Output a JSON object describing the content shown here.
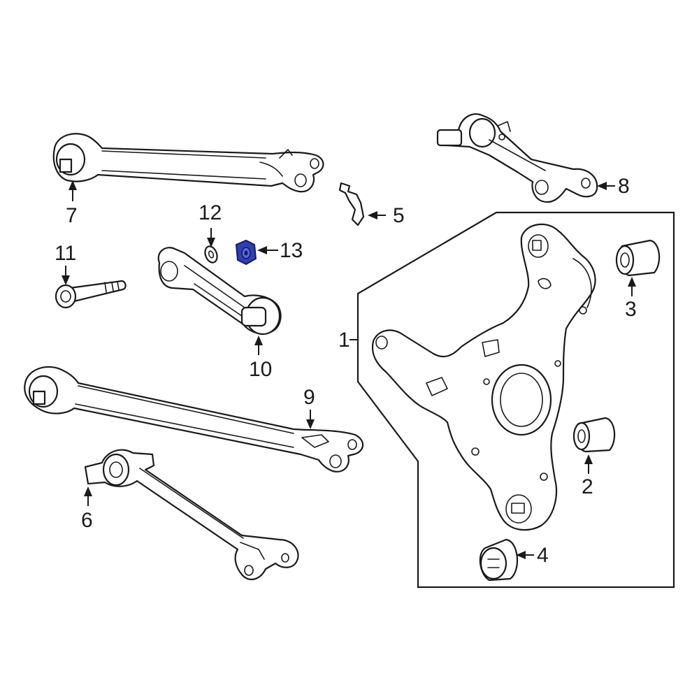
{
  "diagram": {
    "highlight_color": "#2f3fb0",
    "line_color": "#1a1a1a",
    "highlighted_part": "13"
  },
  "callouts": {
    "c1": "1",
    "c2": "2",
    "c3": "3",
    "c4": "4",
    "c5": "5",
    "c6": "6",
    "c7": "7",
    "c8": "8",
    "c9": "9",
    "c10": "10",
    "c11": "11",
    "c12": "12",
    "c13": "13"
  }
}
